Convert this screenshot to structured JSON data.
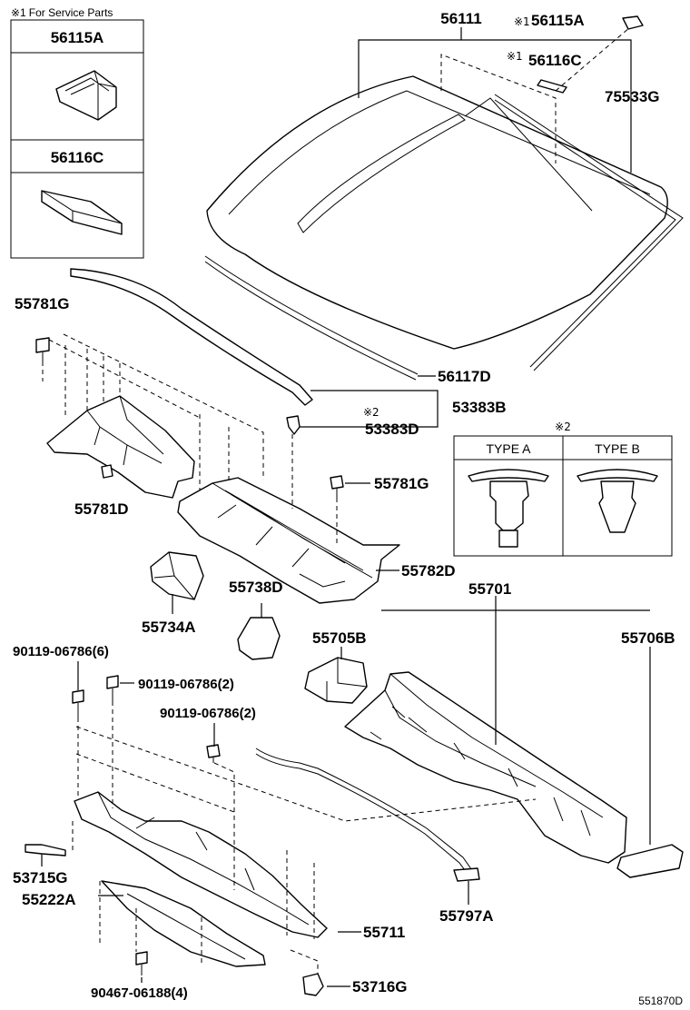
{
  "service_box": {
    "title_mark": "※1",
    "title": "For Service Parts",
    "items": [
      "56115A",
      "56116C"
    ]
  },
  "type_box": {
    "mark": "※2",
    "headers": [
      "TYPE  A",
      "TYPE  B"
    ]
  },
  "labels": {
    "p56111": "56111",
    "p56115A": "56115A",
    "p56115A_mark": "※1",
    "p56116C": "56116C",
    "p56116C_mark": "※1",
    "p75533G": "75533G",
    "p55781G_top": "55781G",
    "p56117D": "56117D",
    "p53383B": "53383B",
    "p53383D": "53383D",
    "p53383D_mark": "※2",
    "p55781D": "55781D",
    "p55781G_mid": "55781G",
    "p55782D": "55782D",
    "p55738D": "55738D",
    "p55701": "55701",
    "p55734A": "55734A",
    "p55705B": "55705B",
    "p55706B": "55706B",
    "p90119_6": "90119-06786(6)",
    "p90119_2a": "90119-06786(2)",
    "p90119_2b": "90119-06786(2)",
    "p53715G": "53715G",
    "p55222A": "55222A",
    "p55711": "55711",
    "p55797A": "55797A",
    "p90467": "90467-06188(4)",
    "p53716G": "53716G",
    "diagram_id": "551870D"
  }
}
